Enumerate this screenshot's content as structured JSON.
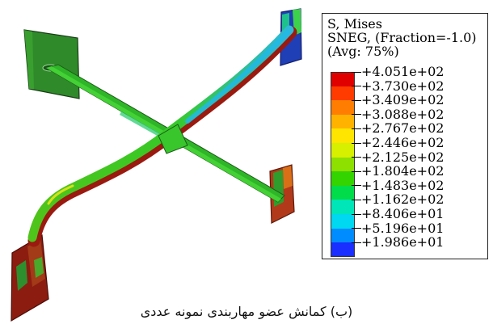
{
  "legend": {
    "title": "S, Mises",
    "subtitle": "SNEG, (Fraction=-1.0)",
    "averaging": "(Avg: 75%)",
    "levels": [
      {
        "label": "+4.051e+02",
        "color": "#e10000"
      },
      {
        "label": "+3.730e+02",
        "color": "#ff3b00"
      },
      {
        "label": "+3.409e+02",
        "color": "#ff7d00"
      },
      {
        "label": "+3.088e+02",
        "color": "#ffb300"
      },
      {
        "label": "+2.767e+02",
        "color": "#ffe500"
      },
      {
        "label": "+2.446e+02",
        "color": "#d6f000"
      },
      {
        "label": "+2.125e+02",
        "color": "#8ee000"
      },
      {
        "label": "+1.804e+02",
        "color": "#33d400"
      },
      {
        "label": "+1.483e+02",
        "color": "#00dc4a"
      },
      {
        "label": "+1.162e+02",
        "color": "#00e6b8"
      },
      {
        "label": "+8.406e+01",
        "color": "#00d7f0"
      },
      {
        "label": "+5.196e+01",
        "color": "#008cff"
      },
      {
        "label": "+1.986e+01",
        "color": "#1a2eff"
      }
    ]
  },
  "caption": "(ب) کمانش عضو مهاربندی نمونه عددی"
}
